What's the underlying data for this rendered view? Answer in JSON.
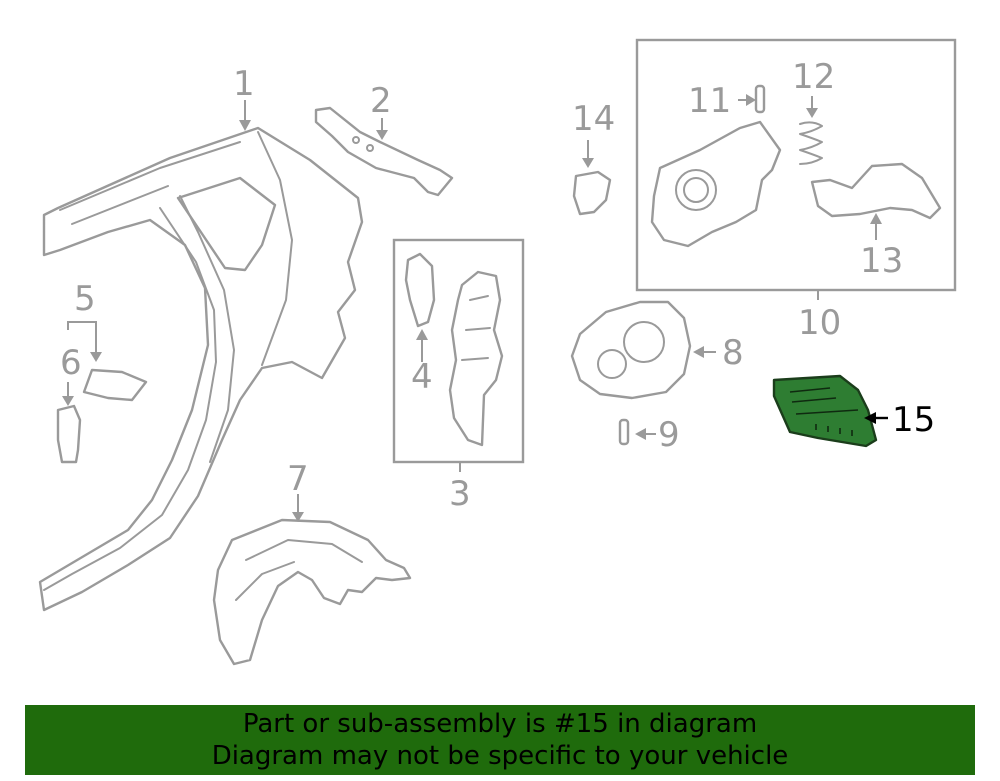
{
  "callouts": {
    "c1": "1",
    "c2": "2",
    "c3": "3",
    "c4": "4",
    "c5": "5",
    "c6": "6",
    "c7": "7",
    "c8": "8",
    "c9": "9",
    "c10": "10",
    "c11": "11",
    "c12": "12",
    "c13": "13",
    "c14": "14",
    "c15": "15"
  },
  "highlighted_part": "15",
  "colors": {
    "highlight_fill": "#2e7d32",
    "banner_background": "#1f6b0c",
    "linework": "#9a9a9a"
  },
  "banner": {
    "line1": "Part or sub-assembly is #15 in diagram",
    "line2": "Diagram may not be specific to your vehicle"
  }
}
